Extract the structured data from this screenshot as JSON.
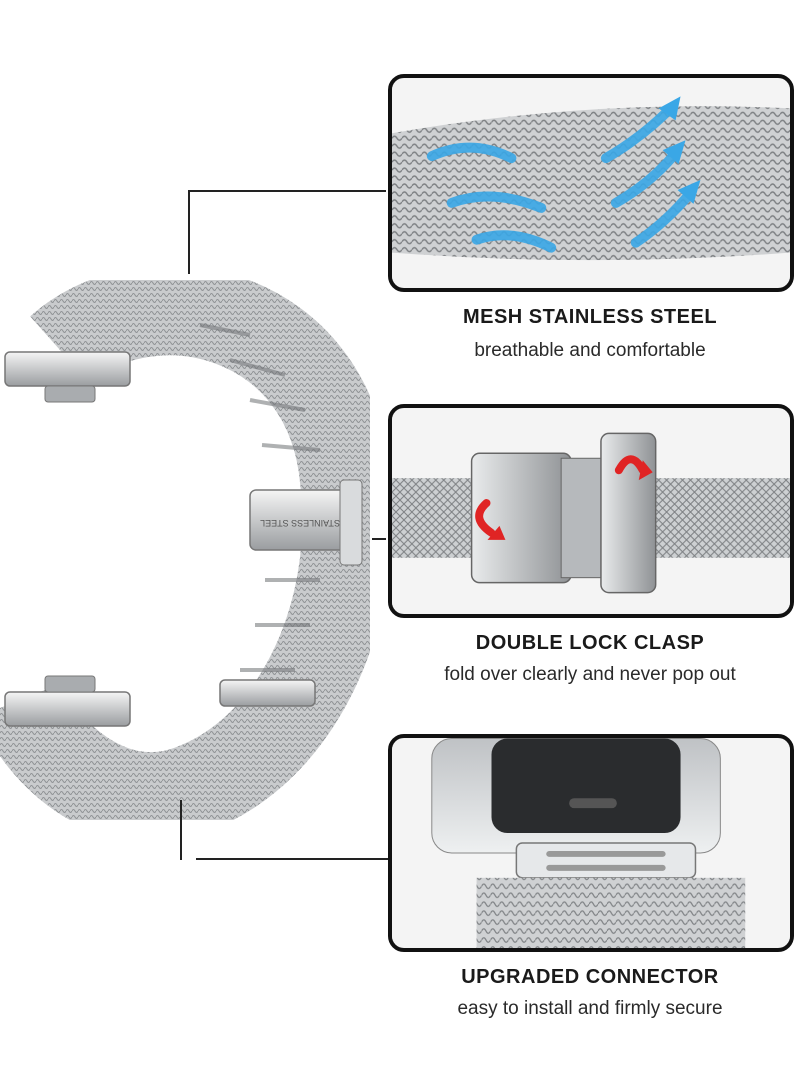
{
  "features": [
    {
      "title": "MESH STAINLESS STEEL",
      "subtitle": "breathable and comfortable",
      "image": "mesh-closeup-with-airflow-arrows"
    },
    {
      "title": "DOUBLE LOCK CLASP",
      "subtitle": "fold over clearly and never pop out",
      "image": "clasp-closeup-with-red-arrows"
    },
    {
      "title": "UPGRADED CONNECTOR",
      "subtitle": "easy to install and firmly secure",
      "image": "connector-closeup-on-watch"
    }
  ],
  "band": {
    "clasp_engraving": "STAINLESS STEEL"
  },
  "colors": {
    "steel": "#c9cbcd",
    "steel_dark": "#8e9194",
    "air_arrow": "#3aa7e6",
    "lock_arrow": "#e02424",
    "frame": "#111111"
  }
}
